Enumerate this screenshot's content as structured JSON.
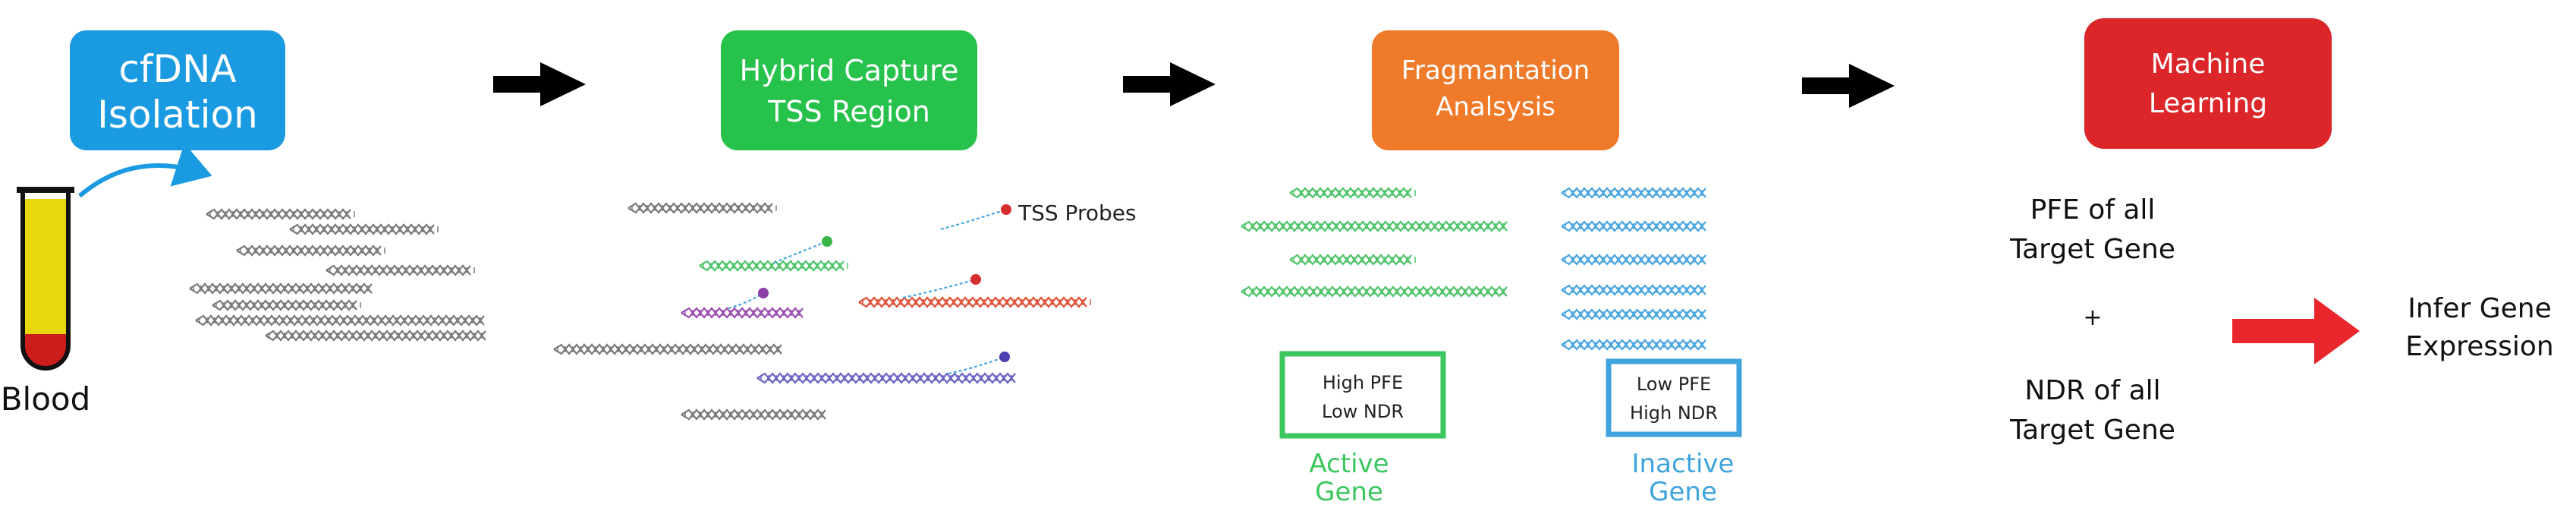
{
  "steps": [
    {
      "label_line1": "cfDNA",
      "label_line2": "Isolation",
      "color": "#1a9ae0"
    },
    {
      "label_line1": "Hybrid Capture",
      "label_line2": "TSS Region",
      "color": "#27c24c"
    },
    {
      "label_line1": "Fragmantation",
      "label_line2": "Analsysis",
      "color": "#ef7a2a"
    },
    {
      "label_line1": "Machine",
      "label_line2": "Learning",
      "color": "#dc2629"
    }
  ],
  "blood": {
    "label": "Blood",
    "tube_fill": "#e6d80a",
    "blood_color": "#cc1c1c"
  },
  "capture": {
    "probe_label": "TSS Probes"
  },
  "fragmentation": {
    "active": {
      "box_line1": "High PFE",
      "box_line2": "Low NDR",
      "gene_line1": "Active",
      "gene_line2": "Gene",
      "color": "#3bc65e"
    },
    "inactive": {
      "box_line1": "Low PFE",
      "box_line2": "High NDR",
      "gene_line1": "Inactive",
      "gene_line2": "Gene",
      "color": "#3fa3dd"
    }
  },
  "ml": {
    "pfe_line1": "PFE of all",
    "pfe_line2": "Target Gene",
    "plus": "+",
    "ndr_line1": "NDR of all",
    "ndr_line2": "Target Gene",
    "result_line1": "Infer Gene",
    "result_line2": "Expression",
    "arrow_color": "#e8262b"
  },
  "colors": {
    "dna_gray": "#7a7a7a",
    "dna_green": "#4fc46a",
    "dna_purple": "#9b4fb0",
    "dna_red": "#e0523a",
    "dna_violet": "#6a64c4",
    "dna_blue": "#4aa6e0",
    "arrow": "#000000"
  }
}
